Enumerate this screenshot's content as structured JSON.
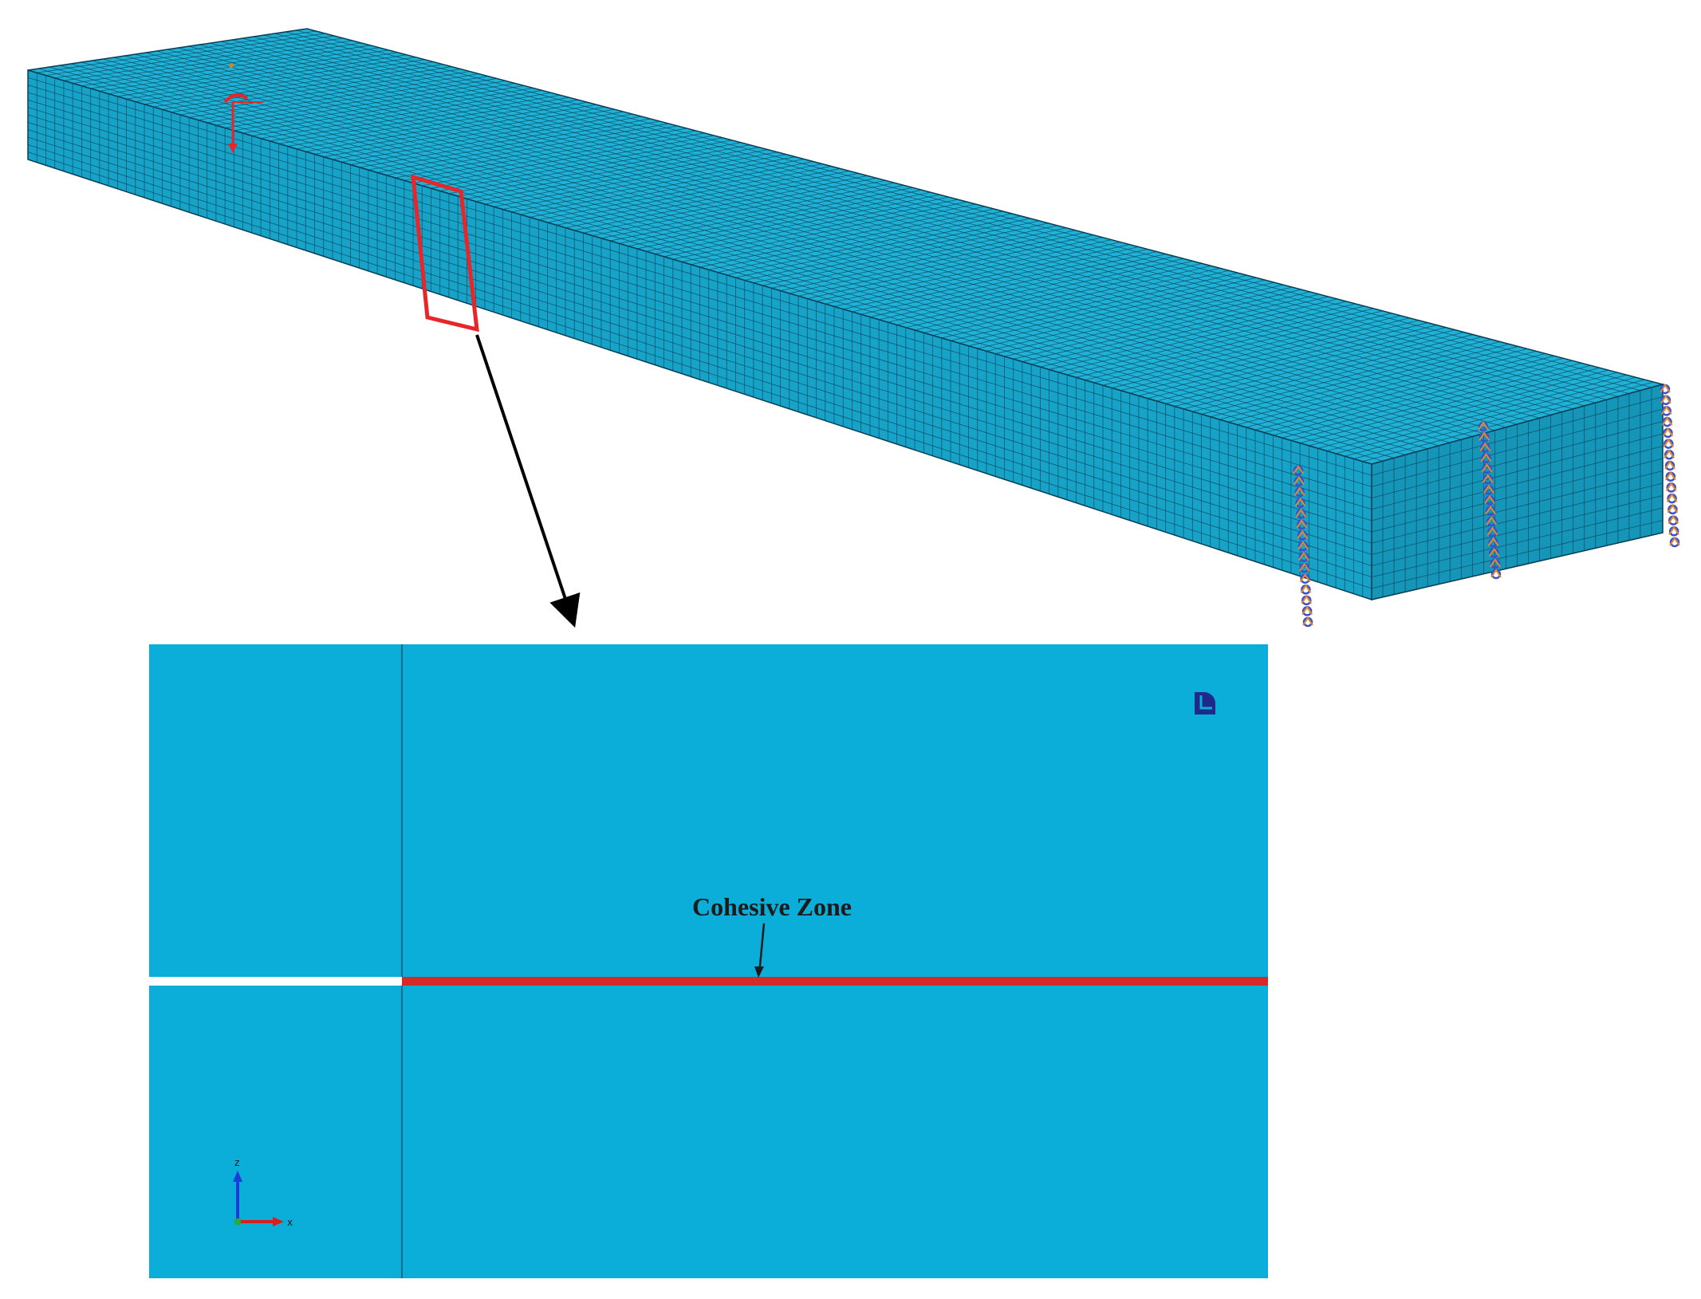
{
  "detail": {
    "annotation": "Cohesive Zone"
  },
  "triad_labels": {
    "vertical": "z",
    "horizontal": "x"
  },
  "colors": {
    "mesh_fill_top": "#1fb2d6",
    "mesh_fill_front": "#17a3c8",
    "mesh_fill_end": "#1596b8",
    "mesh_lines": "#0b3f55",
    "detail_fill": "#0aaed9",
    "cohesive_zone": "#d42a2a",
    "highlight_box": "#e8262a",
    "pointer_arrow": "#000000",
    "boundary_markers": "#3b4fd1",
    "triad_vertical": "#1a3fd6",
    "triad_horizontal": "#d62020"
  },
  "icons": [
    "view-orientation-icon",
    "coordinate-triad-icon",
    "boundary-condition-icon"
  ]
}
